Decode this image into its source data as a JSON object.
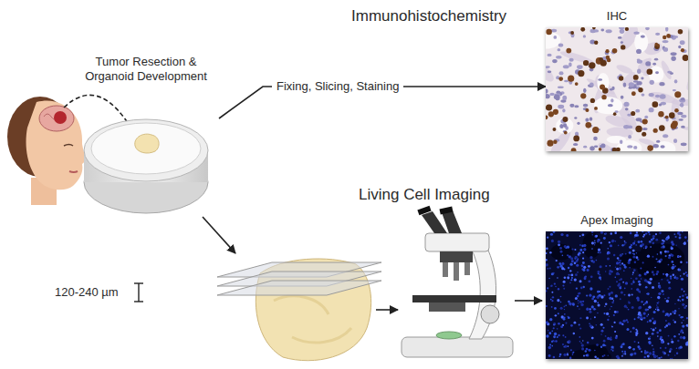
{
  "diagram": {
    "nodes": [
      {
        "text": [
          "Tumor Resection & Organoid Development"
        ]
      },
      {
        "text": [
          "IHC"
        ]
      },
      {
        "text": [
          "Apex Imaging"
        ]
      }
    ],
    "edges": [
      {
        "from": 0,
        "to": 1,
        "label": "Fixing, Slicing, Staining",
        "arrow": "to"
      }
    ],
    "labels": [
      "Immunohistochemistry",
      "Living Cell Imaging",
      "120-240 µm"
    ]
  }
}
